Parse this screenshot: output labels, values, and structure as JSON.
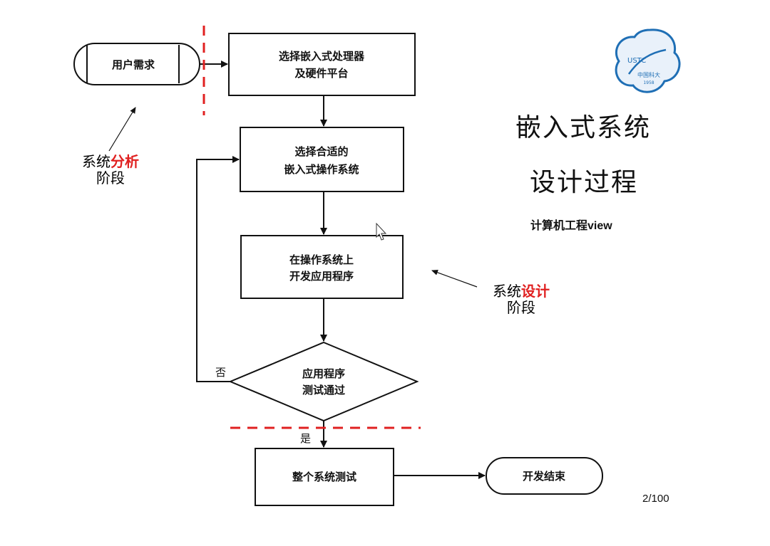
{
  "nodes": {
    "user_need": "用户需求",
    "select_processor_1": "选择嵌入式处理器",
    "select_processor_2": "及硬件平台",
    "select_os_1": "选择合适的",
    "select_os_2": "嵌入式操作系统",
    "develop_app_1": "在操作系统上",
    "develop_app_2": "开发应用程序",
    "test_pass_1": "应用程序",
    "test_pass_2": "测试通过",
    "system_test": "整个系统测试",
    "dev_end": "开发结束"
  },
  "edge_labels": {
    "no": "否",
    "yes": "是"
  },
  "annotations": {
    "analysis_prefix": "系统",
    "analysis_highlight": "分析",
    "analysis_suffix": "阶段",
    "design_prefix": "系统",
    "design_highlight": "设计",
    "design_suffix": "阶段"
  },
  "title": {
    "line1": "嵌入式系统",
    "line2": "设计过程",
    "source": "计算机工程view"
  },
  "logo": {
    "text": "USTC",
    "subtext": "中国科大",
    "year": "1958"
  },
  "page_number": "2/100",
  "colors": {
    "highlight": "#e02020",
    "logo_blue": "#1f6fb5",
    "ink": "#111111"
  }
}
